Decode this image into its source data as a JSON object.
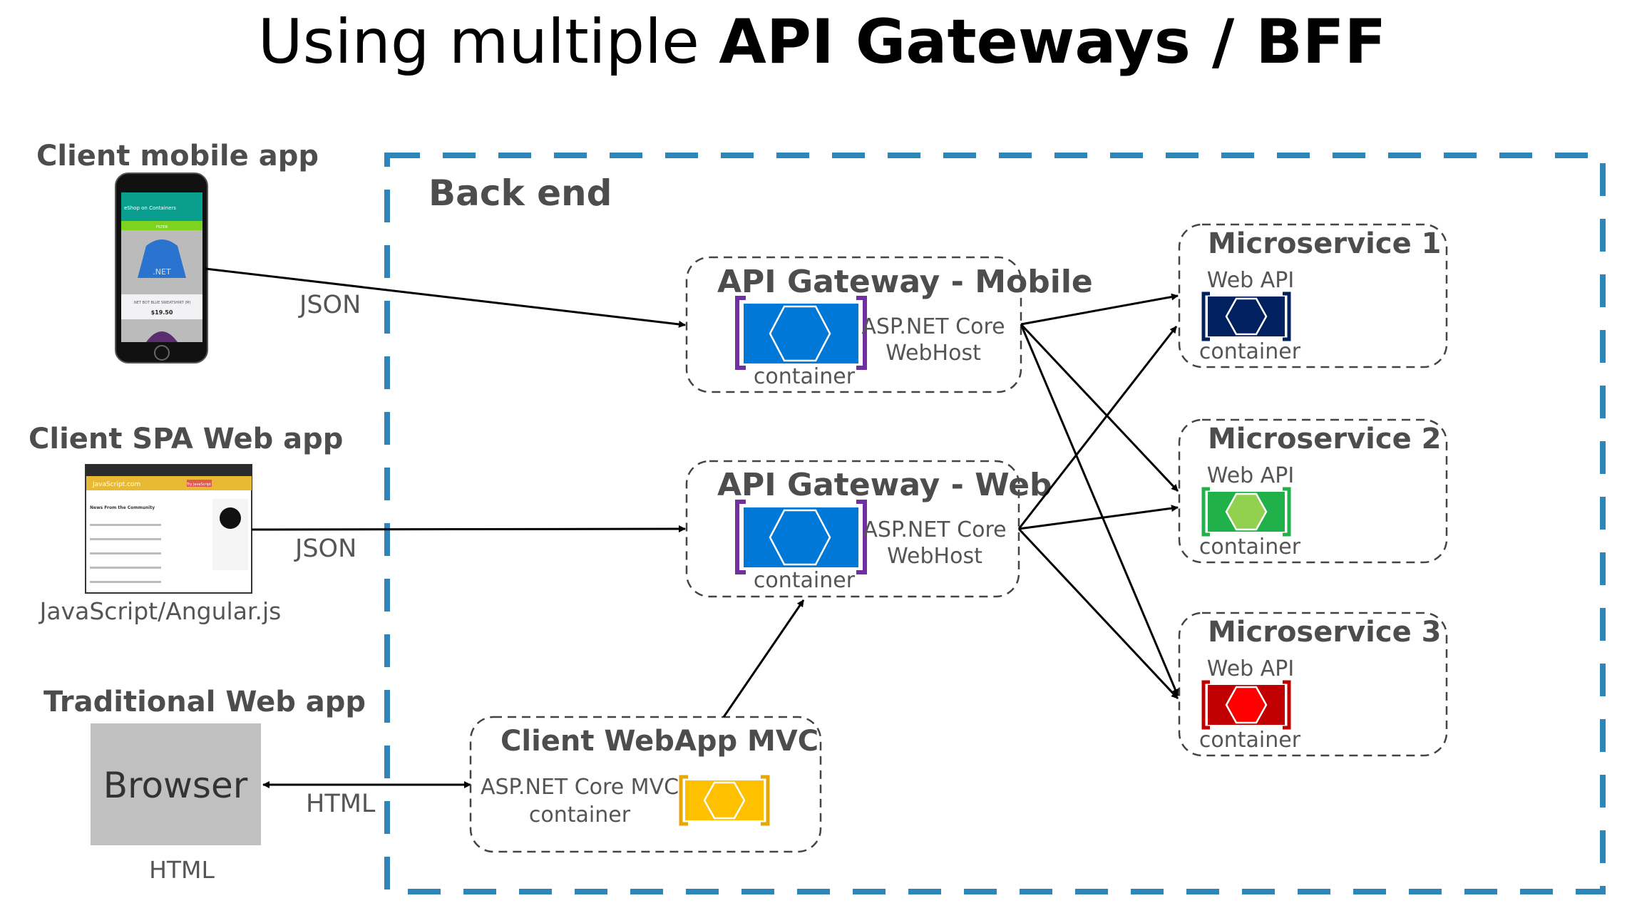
{
  "title": {
    "normal": "Using multiple ",
    "bold": "API Gateways / BFF"
  },
  "backend": {
    "label": "Back end",
    "border_color": "#2e86b8"
  },
  "clients": {
    "mobile": {
      "label": "Client mobile app",
      "protocol": "JSON",
      "screen": {
        "app_title": "eShop on Containers",
        "filter": "FILTER",
        "product": ".NET BOT BLUE SWEATSHIRT (M)",
        "price": "$19.50",
        "logo": ".NET"
      }
    },
    "spa": {
      "label": "Client SPA Web app",
      "protocol": "JSON",
      "caption": "JavaScript/Angular.js",
      "screen": {
        "site": "JavaScript.com",
        "heading": "News From the Community",
        "button": "Try JavaScript"
      }
    },
    "traditional": {
      "label": "Traditional Web app",
      "browser": "Browser",
      "caption": "HTML",
      "protocol": "HTML"
    }
  },
  "gateways": [
    {
      "title": "API Gateway - Mobile",
      "tech_line1": "ASP.NET Core",
      "tech_line2": "WebHost",
      "container": "container",
      "color": "#0078d7",
      "bracket_color": "#7030a0"
    },
    {
      "title": "API Gateway - Web",
      "tech_line1": "ASP.NET Core",
      "tech_line2": "WebHost",
      "container": "container",
      "color": "#0078d7",
      "bracket_color": "#7030a0"
    }
  ],
  "mvc": {
    "title": "Client WebApp MVC",
    "tech": "ASP.NET Core MVC",
    "container": "container",
    "color": "#ffc000"
  },
  "microservices": [
    {
      "title": "Microservice 1",
      "kind": "Web API",
      "container": "container",
      "color": "#002060",
      "hex_color": "#002060"
    },
    {
      "title": "Microservice 2",
      "kind": "Web API",
      "container": "container",
      "color": "#21b14b",
      "hex_color": "#92d050"
    },
    {
      "title": "Microservice 3",
      "kind": "Web API",
      "container": "container",
      "color": "#c00000",
      "hex_color": "#ff0000"
    }
  ]
}
